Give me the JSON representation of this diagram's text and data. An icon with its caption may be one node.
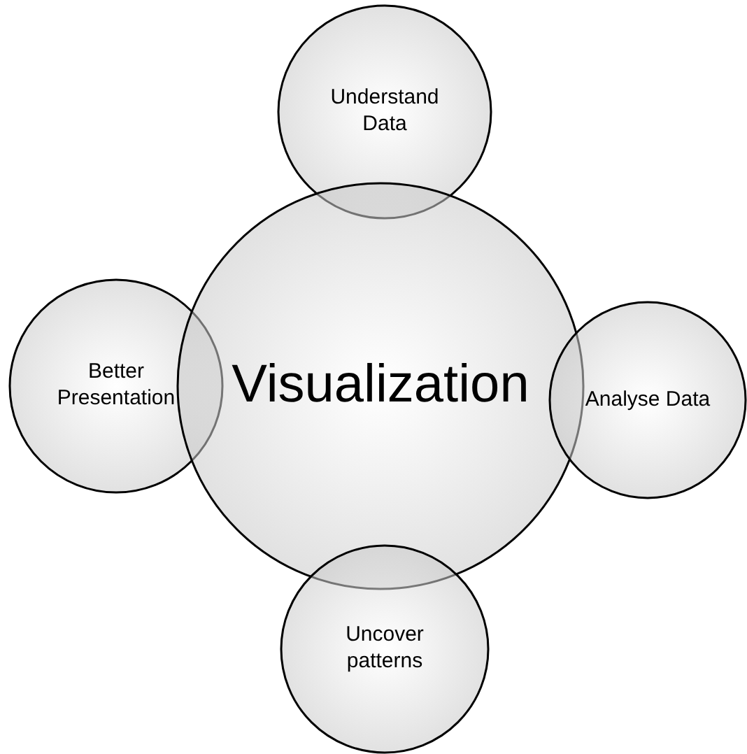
{
  "diagram": {
    "nodes": [
      {
        "text": [
          "Understand Data"
        ]
      },
      {
        "text": [
          "Better Presentation"
        ]
      },
      {
        "text": [
          "Visualization"
        ]
      },
      {
        "text": [
          "Analyse Data"
        ]
      },
      {
        "text": [
          "Uncover patterns"
        ]
      }
    ]
  }
}
